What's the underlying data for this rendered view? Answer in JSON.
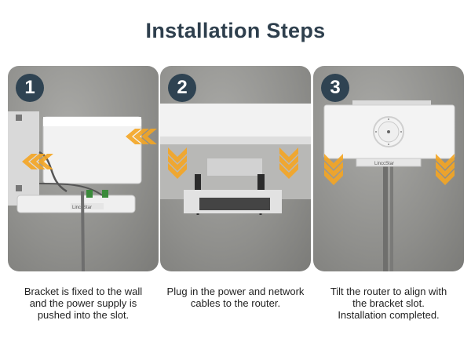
{
  "title": "Installation Steps",
  "brand_label": "LinccStar",
  "steps": [
    {
      "number": "1",
      "caption": "Bracket is fixed to the wall\nand the power supply is\npushed into the slot."
    },
    {
      "number": "2",
      "caption": "Plug in the power and network\ncables to the router."
    },
    {
      "number": "3",
      "caption": "Tilt the router to align with\nthe bracket slot.\nInstallation completed."
    }
  ],
  "colors": {
    "title": "#2e3f4d",
    "badge": "#2f4352",
    "arrow": "#f5a623",
    "wall": "#8f8f8c",
    "device": "#f2f2f2"
  },
  "icons": [
    "arrow-chevron-icon"
  ]
}
